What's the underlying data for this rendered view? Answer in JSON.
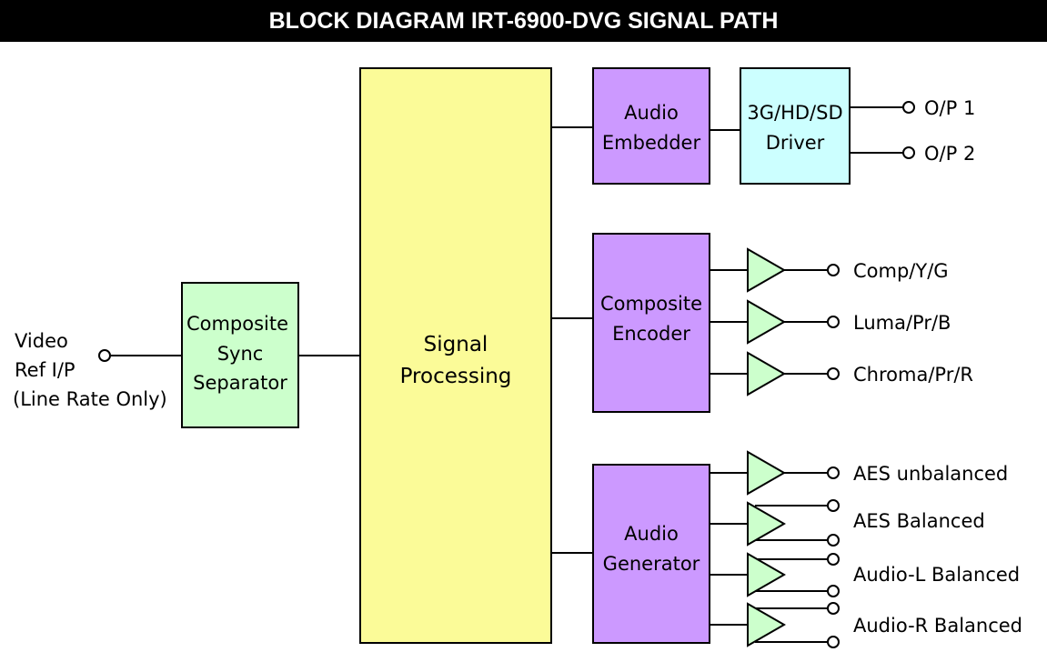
{
  "title": "BLOCK DIAGRAM IRT-6900-DVG SIGNAL PATH",
  "colors": {
    "title_bg": "#000000",
    "title_fg": "#ffffff",
    "yellow_block": "#fbfb98",
    "purple_block": "#cc99ff",
    "green_block": "#ccffcc",
    "cyan_block": "#ccffff"
  },
  "input": {
    "line1": "Video",
    "line2": "Ref I/P",
    "line3": "(Line Rate Only)"
  },
  "blocks": {
    "sync_separator": [
      "Composite",
      "Sync",
      "Separator"
    ],
    "signal_processing": [
      "Signal",
      "Processing"
    ],
    "audio_embedder": [
      "Audio",
      "Embedder"
    ],
    "driver": [
      "3G/HD/SD",
      "Driver"
    ],
    "composite_encoder": [
      "Composite",
      "Encoder"
    ],
    "audio_generator": [
      "Audio",
      "Generator"
    ]
  },
  "outputs": {
    "op1": "O/P 1",
    "op2": "O/P 2",
    "comp": "Comp/Y/G",
    "luma": "Luma/Pr/B",
    "chroma": "Chroma/Pr/R",
    "aes_unbal": "AES unbalanced",
    "aes_bal": "AES Balanced",
    "audio_l": "Audio-L Balanced",
    "audio_r": "Audio-R Balanced"
  }
}
